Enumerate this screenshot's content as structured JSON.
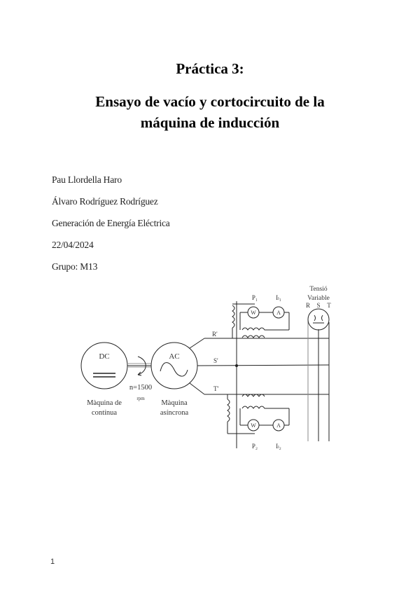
{
  "document": {
    "title_line1": "Práctica 3:",
    "title_line2": "Ensayo de vacío y cortocircuito de la",
    "title_line3": "máquina de inducción",
    "authors": [
      "Pau Llordella Haro",
      "Álvaro Rodríguez Rodríguez"
    ],
    "subject": "Generación de Energía Eléctrica",
    "date": "22/04/2024",
    "group": "Grupo: M13",
    "page_number": "1"
  },
  "diagram": {
    "dc_machine": {
      "symbol": "DC",
      "label_line1": "Màquina de",
      "label_line2": "contínua"
    },
    "ac_machine": {
      "symbol": "AC",
      "label_line1": "Màquina",
      "label_line2": "asíncrona"
    },
    "speed": {
      "value": "n=1500",
      "unit": "rpm"
    },
    "lines": {
      "r": "R'",
      "s": "S'",
      "t": "T'"
    },
    "meters_top": {
      "power": "P₁",
      "current": "Iₗ₁",
      "wattmeter": "W",
      "ammeter": "A"
    },
    "meters_bottom": {
      "power": "P₂",
      "current": "Iₗ₂",
      "wattmeter": "W",
      "ammeter": "A"
    },
    "source": {
      "label_line1": "Tensió",
      "label_line2": "Variable",
      "phases": [
        "R",
        "S",
        "T"
      ]
    }
  }
}
